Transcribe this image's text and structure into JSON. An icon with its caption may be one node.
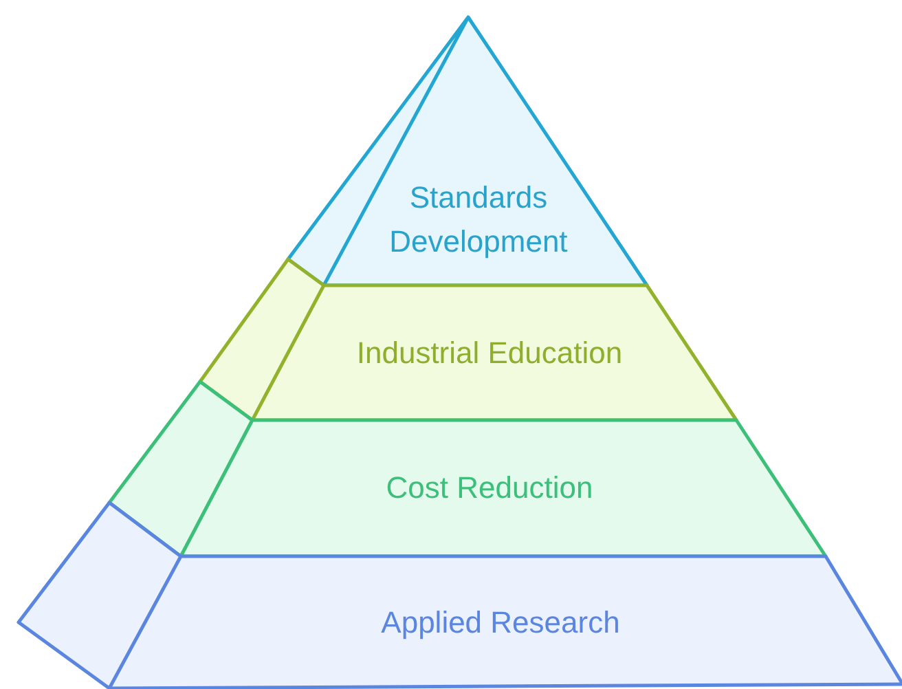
{
  "diagram": {
    "nodes": [
      {
        "text": [
          "Standards Development"
        ]
      },
      {
        "text": [
          "Industrial Education"
        ]
      },
      {
        "text": [
          "Cost Reduction"
        ]
      },
      {
        "text": [
          "Applied Research"
        ]
      }
    ]
  }
}
